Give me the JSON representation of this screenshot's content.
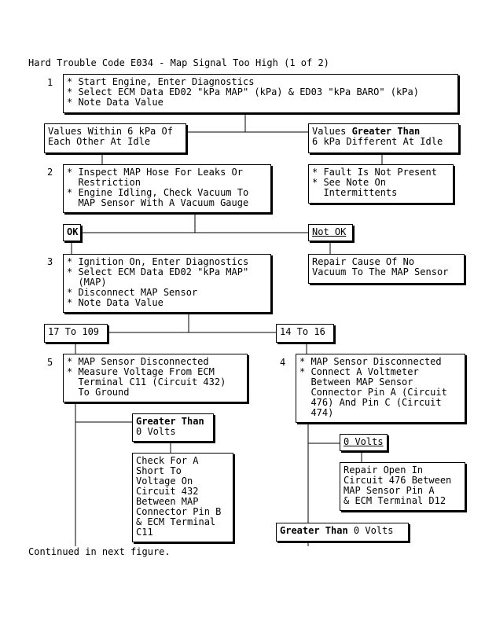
{
  "title": "Hard Trouble Code E034 - Map Signal Too High (1 of 2)",
  "steps": {
    "s1": {
      "num": "1",
      "text": "* Start Engine, Enter Diagnostics\n* Select ECM Data ED02 \"kPa MAP\" (kPa) & ED03 \"kPa BARO\" (kPa)\n* Note Data Value"
    },
    "s2": {
      "num": "2",
      "text": "* Inspect MAP Hose For Leaks Or\n  Restriction\n* Engine Idling, Check Vacuum To\n  MAP Sensor With A Vacuum Gauge"
    },
    "s3": {
      "num": "3",
      "text": "* Ignition On, Enter Diagnostics\n* Select ECM Data ED02 \"kPa MAP\"\n  (MAP)\n* Disconnect MAP Sensor\n* Note Data Value"
    },
    "s4": {
      "num": "4",
      "text": "* MAP Sensor Disconnected\n* Connect A Voltmeter\n  Between MAP Sensor\n  Connector Pin A (Circuit\n  476) And Pin C (Circuit\n  474)"
    },
    "s5": {
      "num": "5",
      "text": "* MAP Sensor Disconnected\n* Measure Voltage From ECM\n  Terminal C11 (Circuit 432)\n  To Ground"
    }
  },
  "results": {
    "within": "Values Within 6 kPa Of\nEach Other At Idle",
    "greater_pre": "Values ",
    "greater_bold": "Greater Than",
    "greater_post": "6 kPa Different At Idle",
    "fault": "* Fault Is Not Present\n* See Note On\n  Intermittents",
    "ok": "OK",
    "not_ok": "Not OK",
    "repair_vacuum": "Repair Cause Of No\nVacuum To The MAP Sensor",
    "r17": "17 To 109",
    "r14": "14 To 16",
    "gt0_bold": "Greater Than",
    "gt0_post": "0 Volts",
    "check_short": "Check For A\nShort To\nVoltage On\nCircuit 432\nBetween MAP\nConnector Pin B\n& ECM Terminal\nC11",
    "zero_volts": "0 Volts",
    "repair_open": "Repair Open In\nCircuit 476 Between\nMAP Sensor Pin A\n& ECM Terminal D12",
    "gt0b_bold": "Greater Than",
    "gt0b_post": " 0 Volts"
  },
  "footer": "Continued in next figure."
}
